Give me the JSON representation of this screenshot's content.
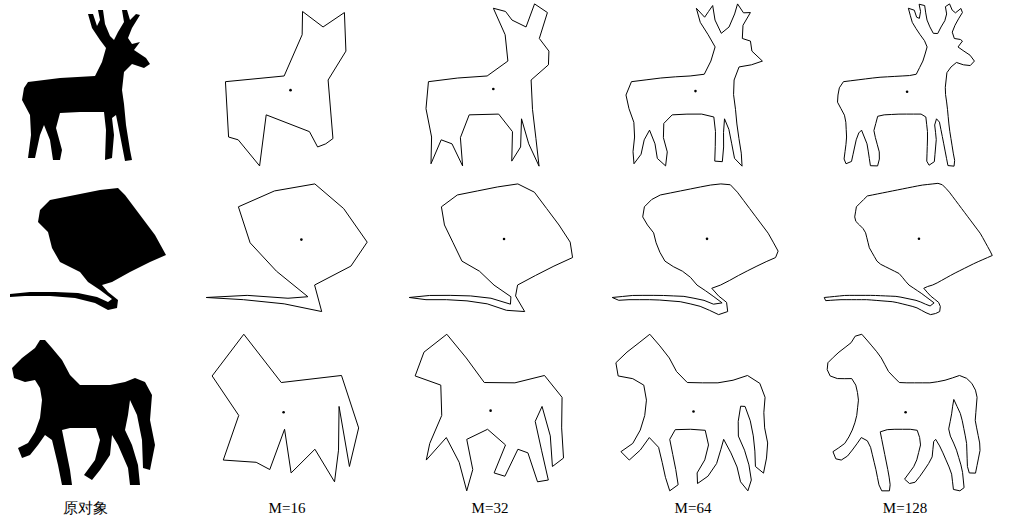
{
  "diagram": {
    "labels": [
      "原对象",
      "M=16",
      "M=32",
      "M=64",
      "M=128"
    ]
  }
}
